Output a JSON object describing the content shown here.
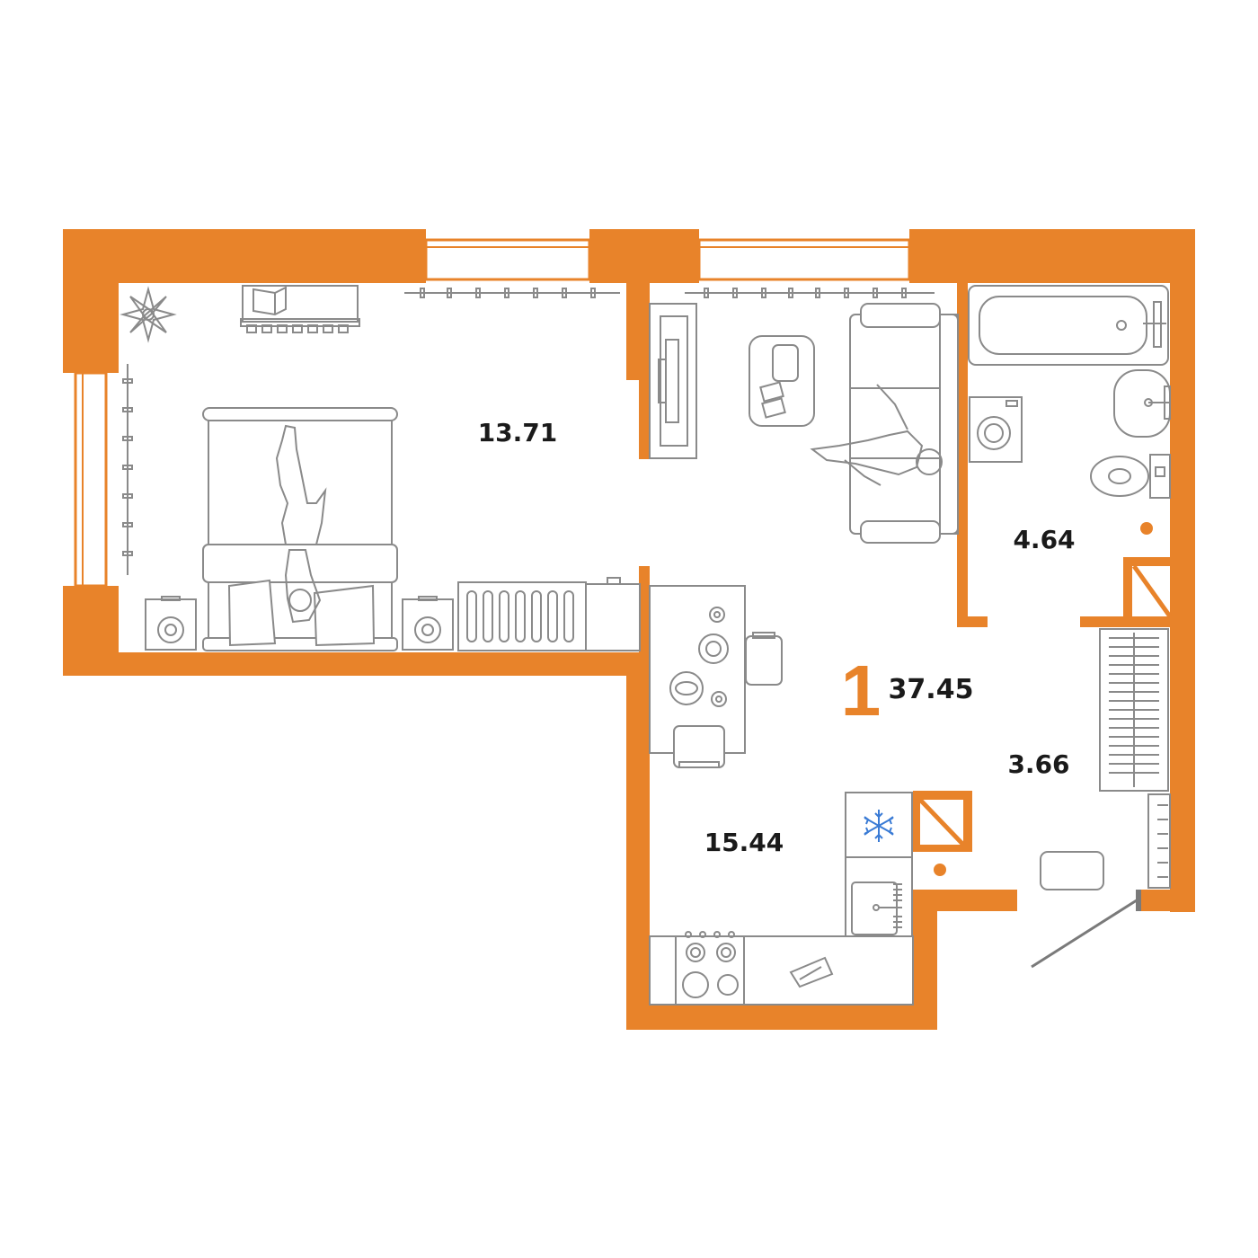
{
  "colors": {
    "wall": "#e8832a",
    "furniture_stroke": "#8a8a8a",
    "text": "#1a1a1a",
    "freezer_snowflake": "#3a7bd5"
  },
  "plan": {
    "room_count": "1",
    "total_area": "37.45",
    "rooms": {
      "bedroom_area": "13.71",
      "living_kitchen_area": "15.44",
      "bathroom_area": "4.64",
      "hallway_area": "3.66"
    }
  },
  "icons": [
    "compass-rose-icon",
    "snowflake-icon",
    "cutting-board-icon"
  ]
}
